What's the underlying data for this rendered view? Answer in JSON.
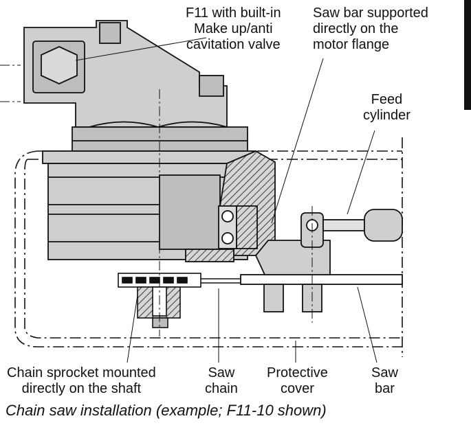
{
  "labels": {
    "f11_valve": [
      "F11 with built-in",
      "Make up/anti",
      "cavitation valve"
    ],
    "saw_bar_support": [
      "Saw bar supported",
      "directly on the",
      "motor flange"
    ],
    "feed_cylinder": [
      "Feed",
      "cylinder"
    ],
    "chain_sprocket": [
      "Chain sprocket mounted",
      "directly on the shaft"
    ],
    "saw_chain": [
      "Saw",
      "chain"
    ],
    "protective_cover": [
      "Protective",
      "cover"
    ],
    "saw_bar": [
      "Saw",
      "bar"
    ]
  },
  "caption": "Chain saw installation (example; F11-10 shown)",
  "colors": {
    "part_fill": "#cfcfcf",
    "part_dark": "#a9a9a9",
    "line": "#111111"
  }
}
